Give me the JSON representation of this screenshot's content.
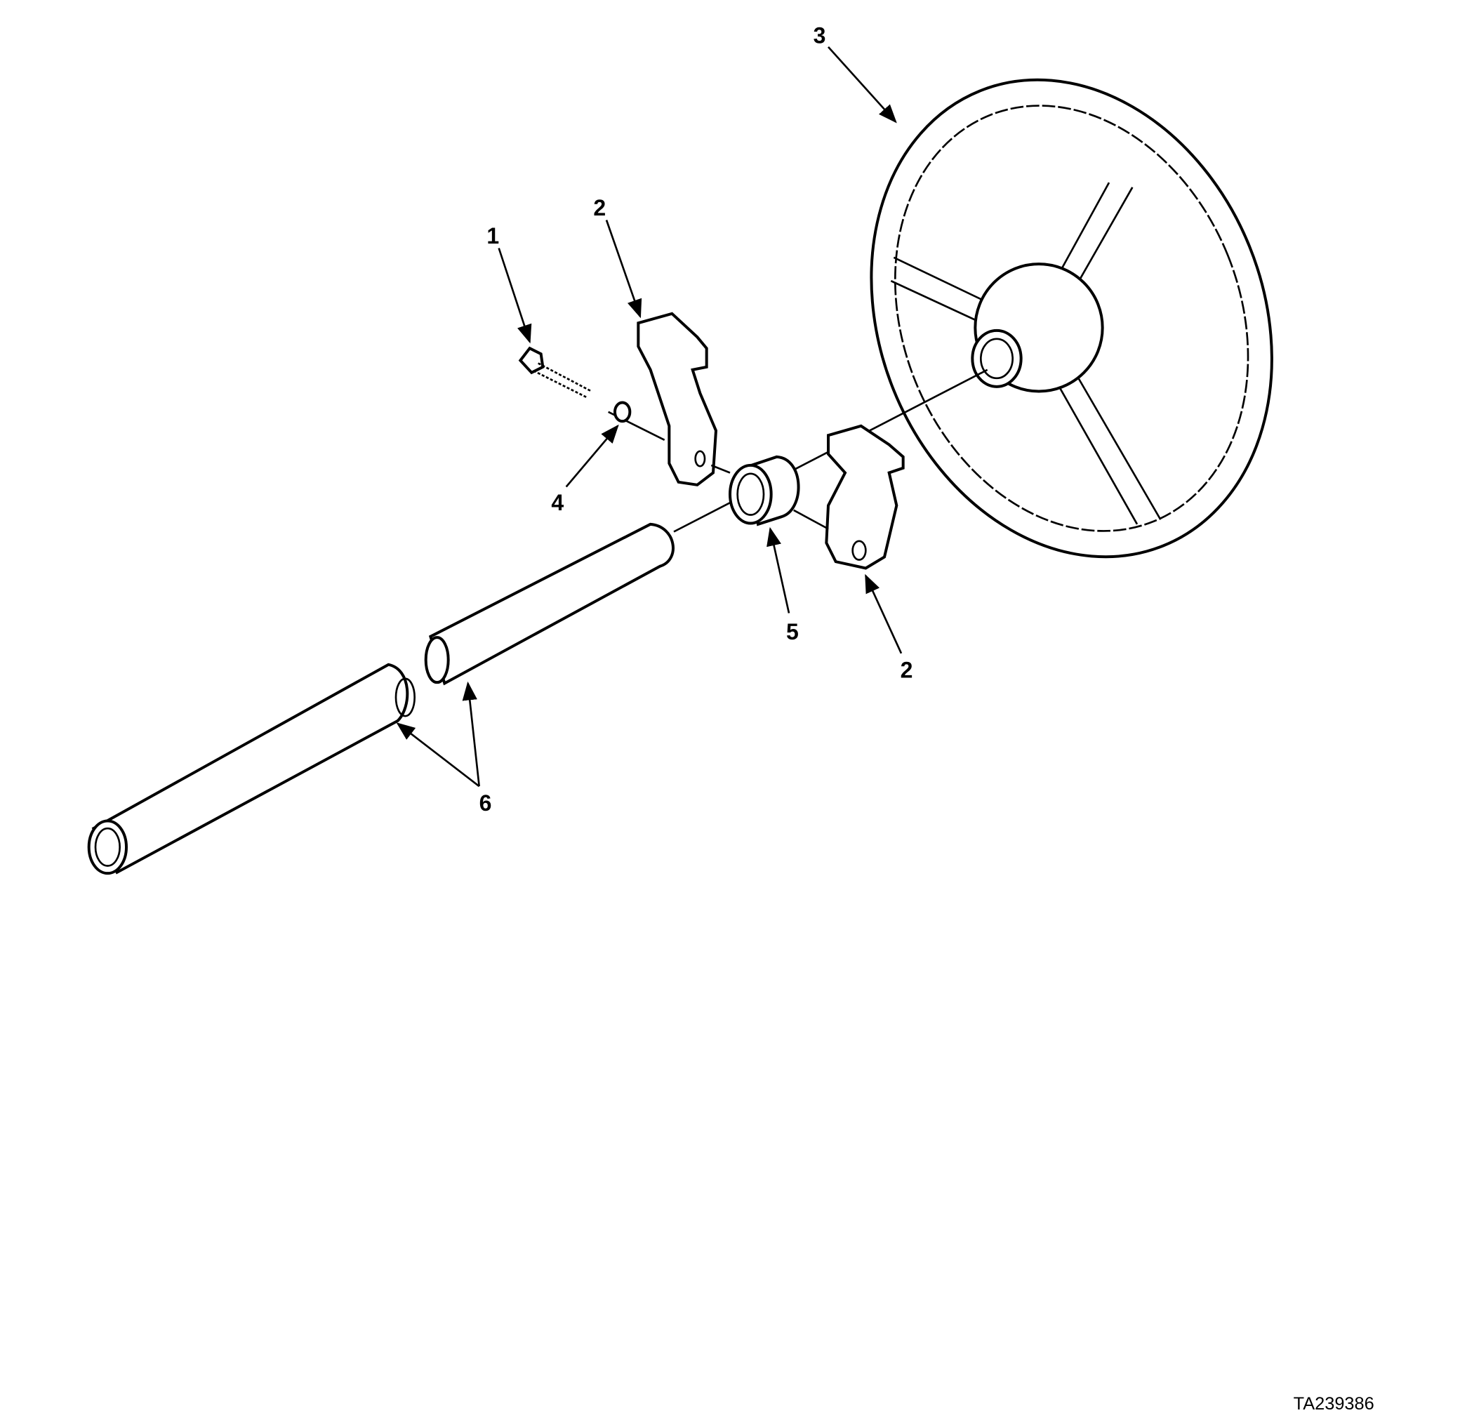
{
  "figure": {
    "callouts": {
      "screw": "1",
      "clamp_upper": "2",
      "steering_wheel": "3",
      "washer": "4",
      "bushing": "5",
      "clamp_lower": "2",
      "shaft": "6"
    },
    "figure_code": "TA239386"
  }
}
